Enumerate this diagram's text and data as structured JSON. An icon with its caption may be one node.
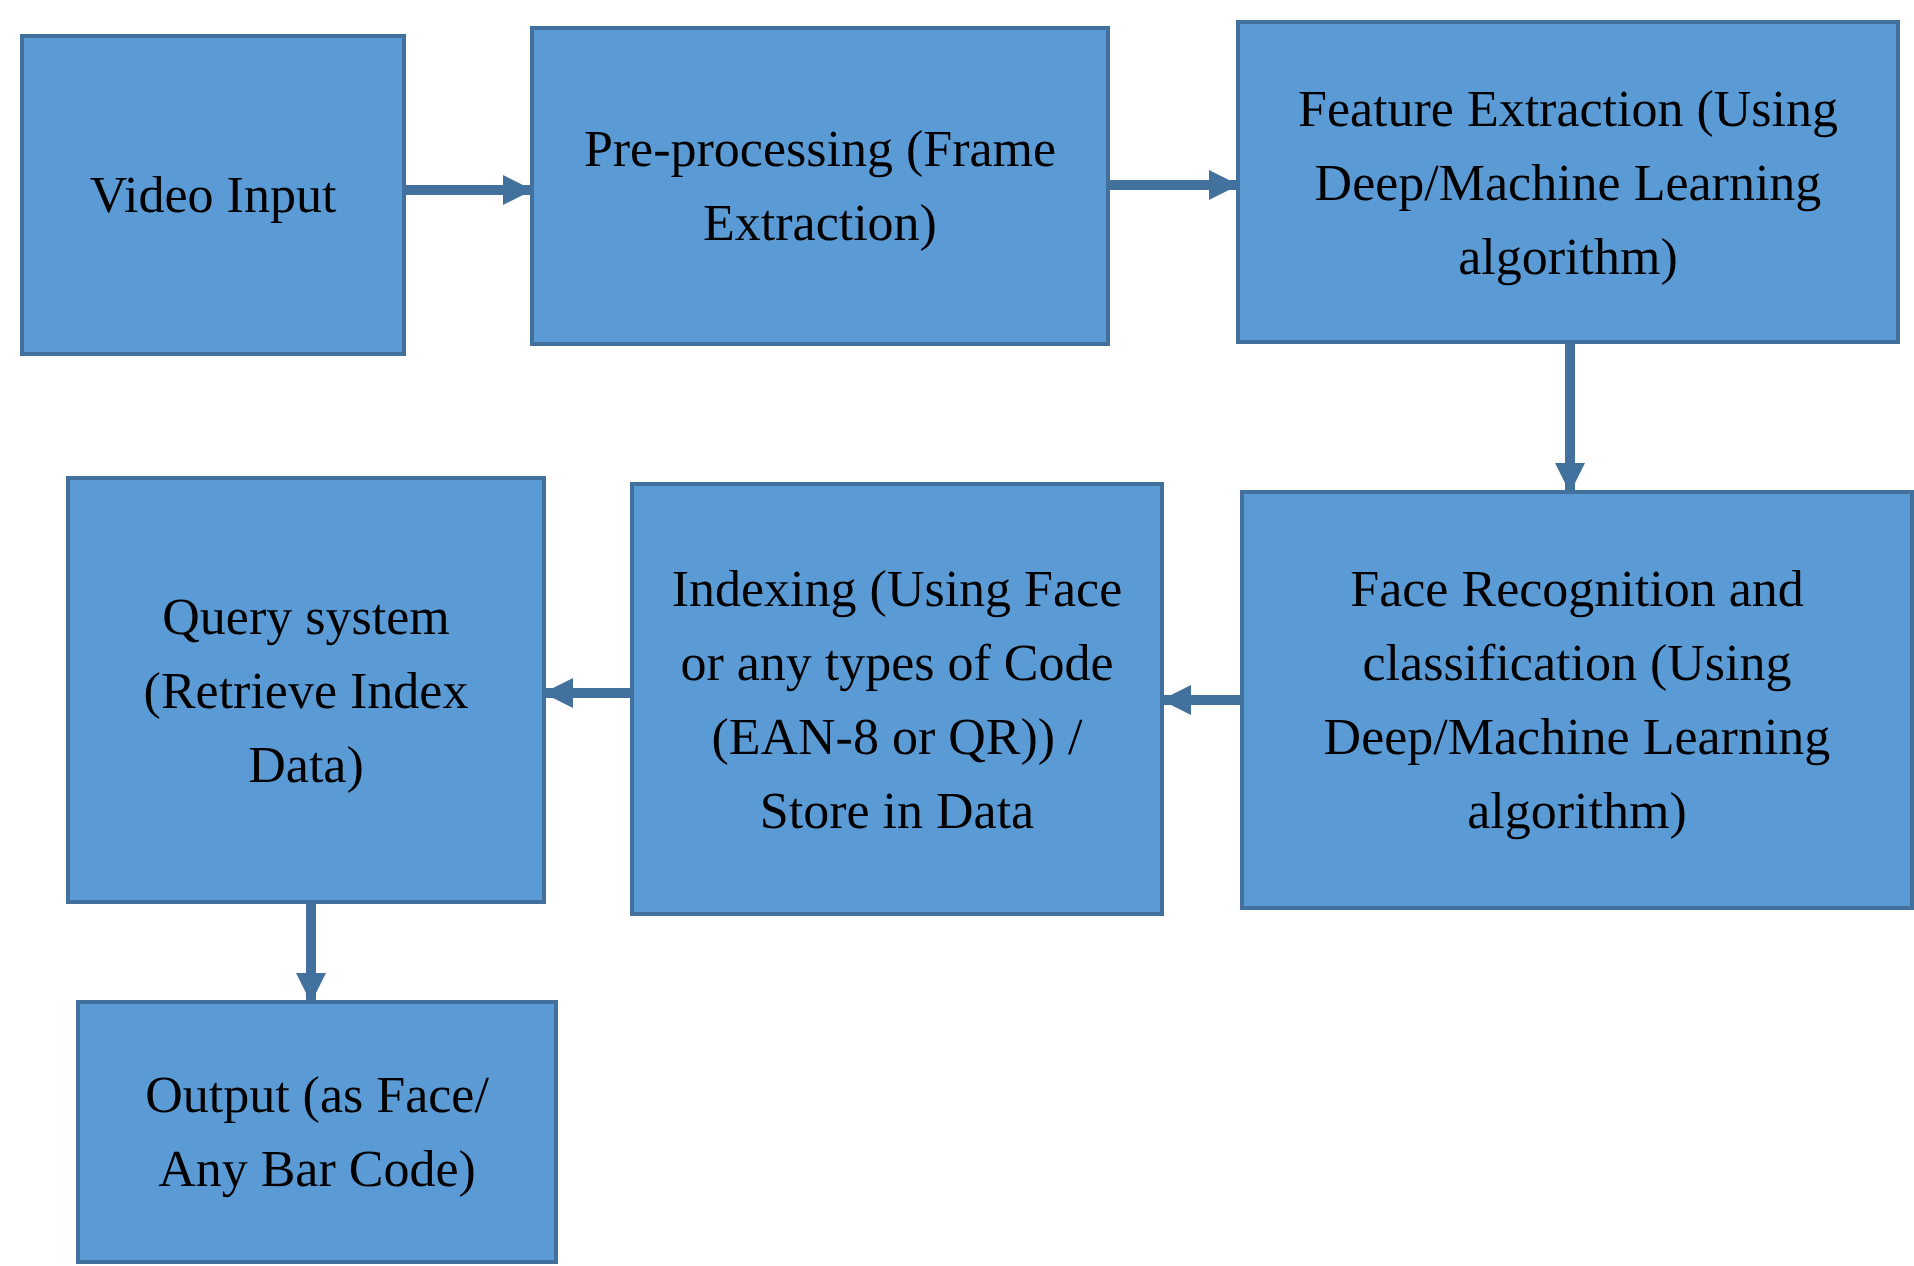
{
  "diagram": {
    "nodes": [
      {
        "text": [
          "Video Input"
        ]
      },
      {
        "text": [
          "Pre-processing (Frame Extraction)"
        ]
      },
      {
        "text": [
          "Feature Extraction (Using Deep/Machine Learning algorithm)"
        ]
      },
      {
        "text": [
          "Face Recognition and classification (Using Deep/Machine Learning algorithm)"
        ]
      },
      {
        "text": [
          "Indexing (Using Face or any types of Code (EAN-8 or QR)) / Store in Data"
        ]
      },
      {
        "text": [
          "Query system (Retrieve Index Data)"
        ]
      },
      {
        "text": [
          "Output (as Face/ Any Bar Code)"
        ]
      }
    ],
    "edges": [
      {
        "from": 0,
        "to": 1,
        "arrow": "to"
      },
      {
        "from": 1,
        "to": 2,
        "arrow": "to"
      },
      {
        "from": 2,
        "to": 3,
        "arrow": "to"
      },
      {
        "from": 3,
        "to": 4,
        "arrow": "to"
      },
      {
        "from": 4,
        "to": 5,
        "arrow": "to"
      },
      {
        "from": 5,
        "to": 6,
        "arrow": "to"
      }
    ]
  }
}
